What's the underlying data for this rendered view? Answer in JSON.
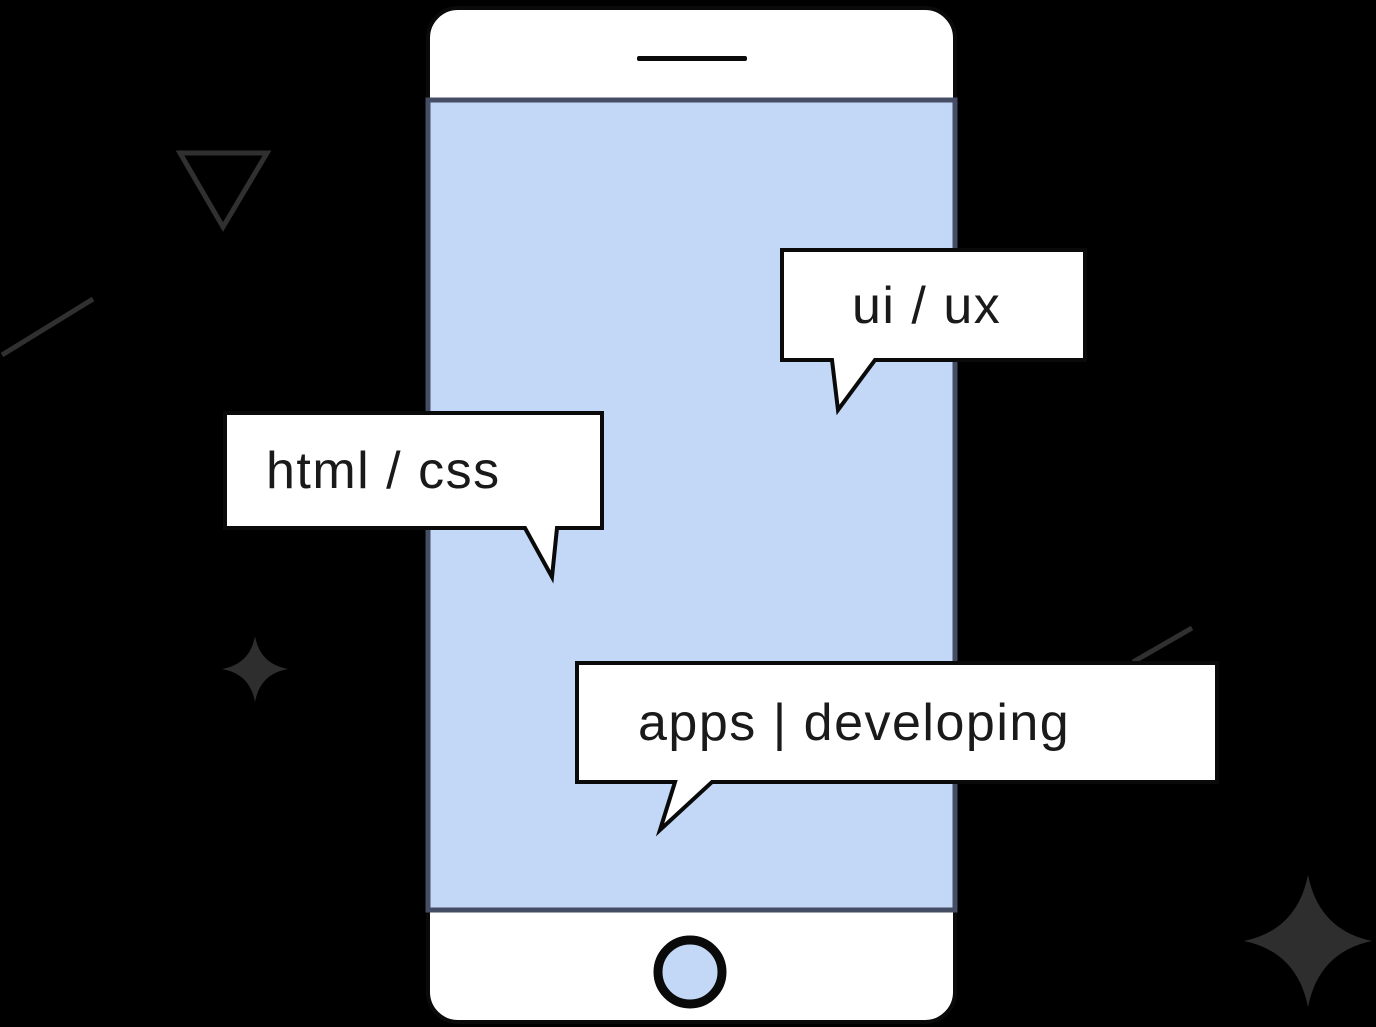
{
  "scene": {
    "description": "mobile development concept illustration",
    "background_color": "#000000",
    "phone": {
      "body_color": "#ffffff",
      "outline_color": "#0a0a0a",
      "screen_color": "#c3d8f6",
      "screen_border_color": "#454d64",
      "speaker_color": "#0a0a0a",
      "home_button_ring_color": "#0a0a0a"
    },
    "bubbles": [
      {
        "id": "ui-ux",
        "label": "ui / ux"
      },
      {
        "id": "html-css",
        "label": "html / css"
      },
      {
        "id": "apps-developing",
        "label": "apps | developing"
      }
    ],
    "bubble_style": {
      "fill": "#ffffff",
      "border_color": "#0a0a0a",
      "text_color": "#1a1a1a"
    },
    "decorations": {
      "color": "#2e2e2e",
      "items": [
        "triangle-outline-top-left",
        "diagonal-line-left",
        "sparkle-small-left",
        "diagonal-line-right",
        "sparkle-large-bottom-right"
      ]
    }
  }
}
